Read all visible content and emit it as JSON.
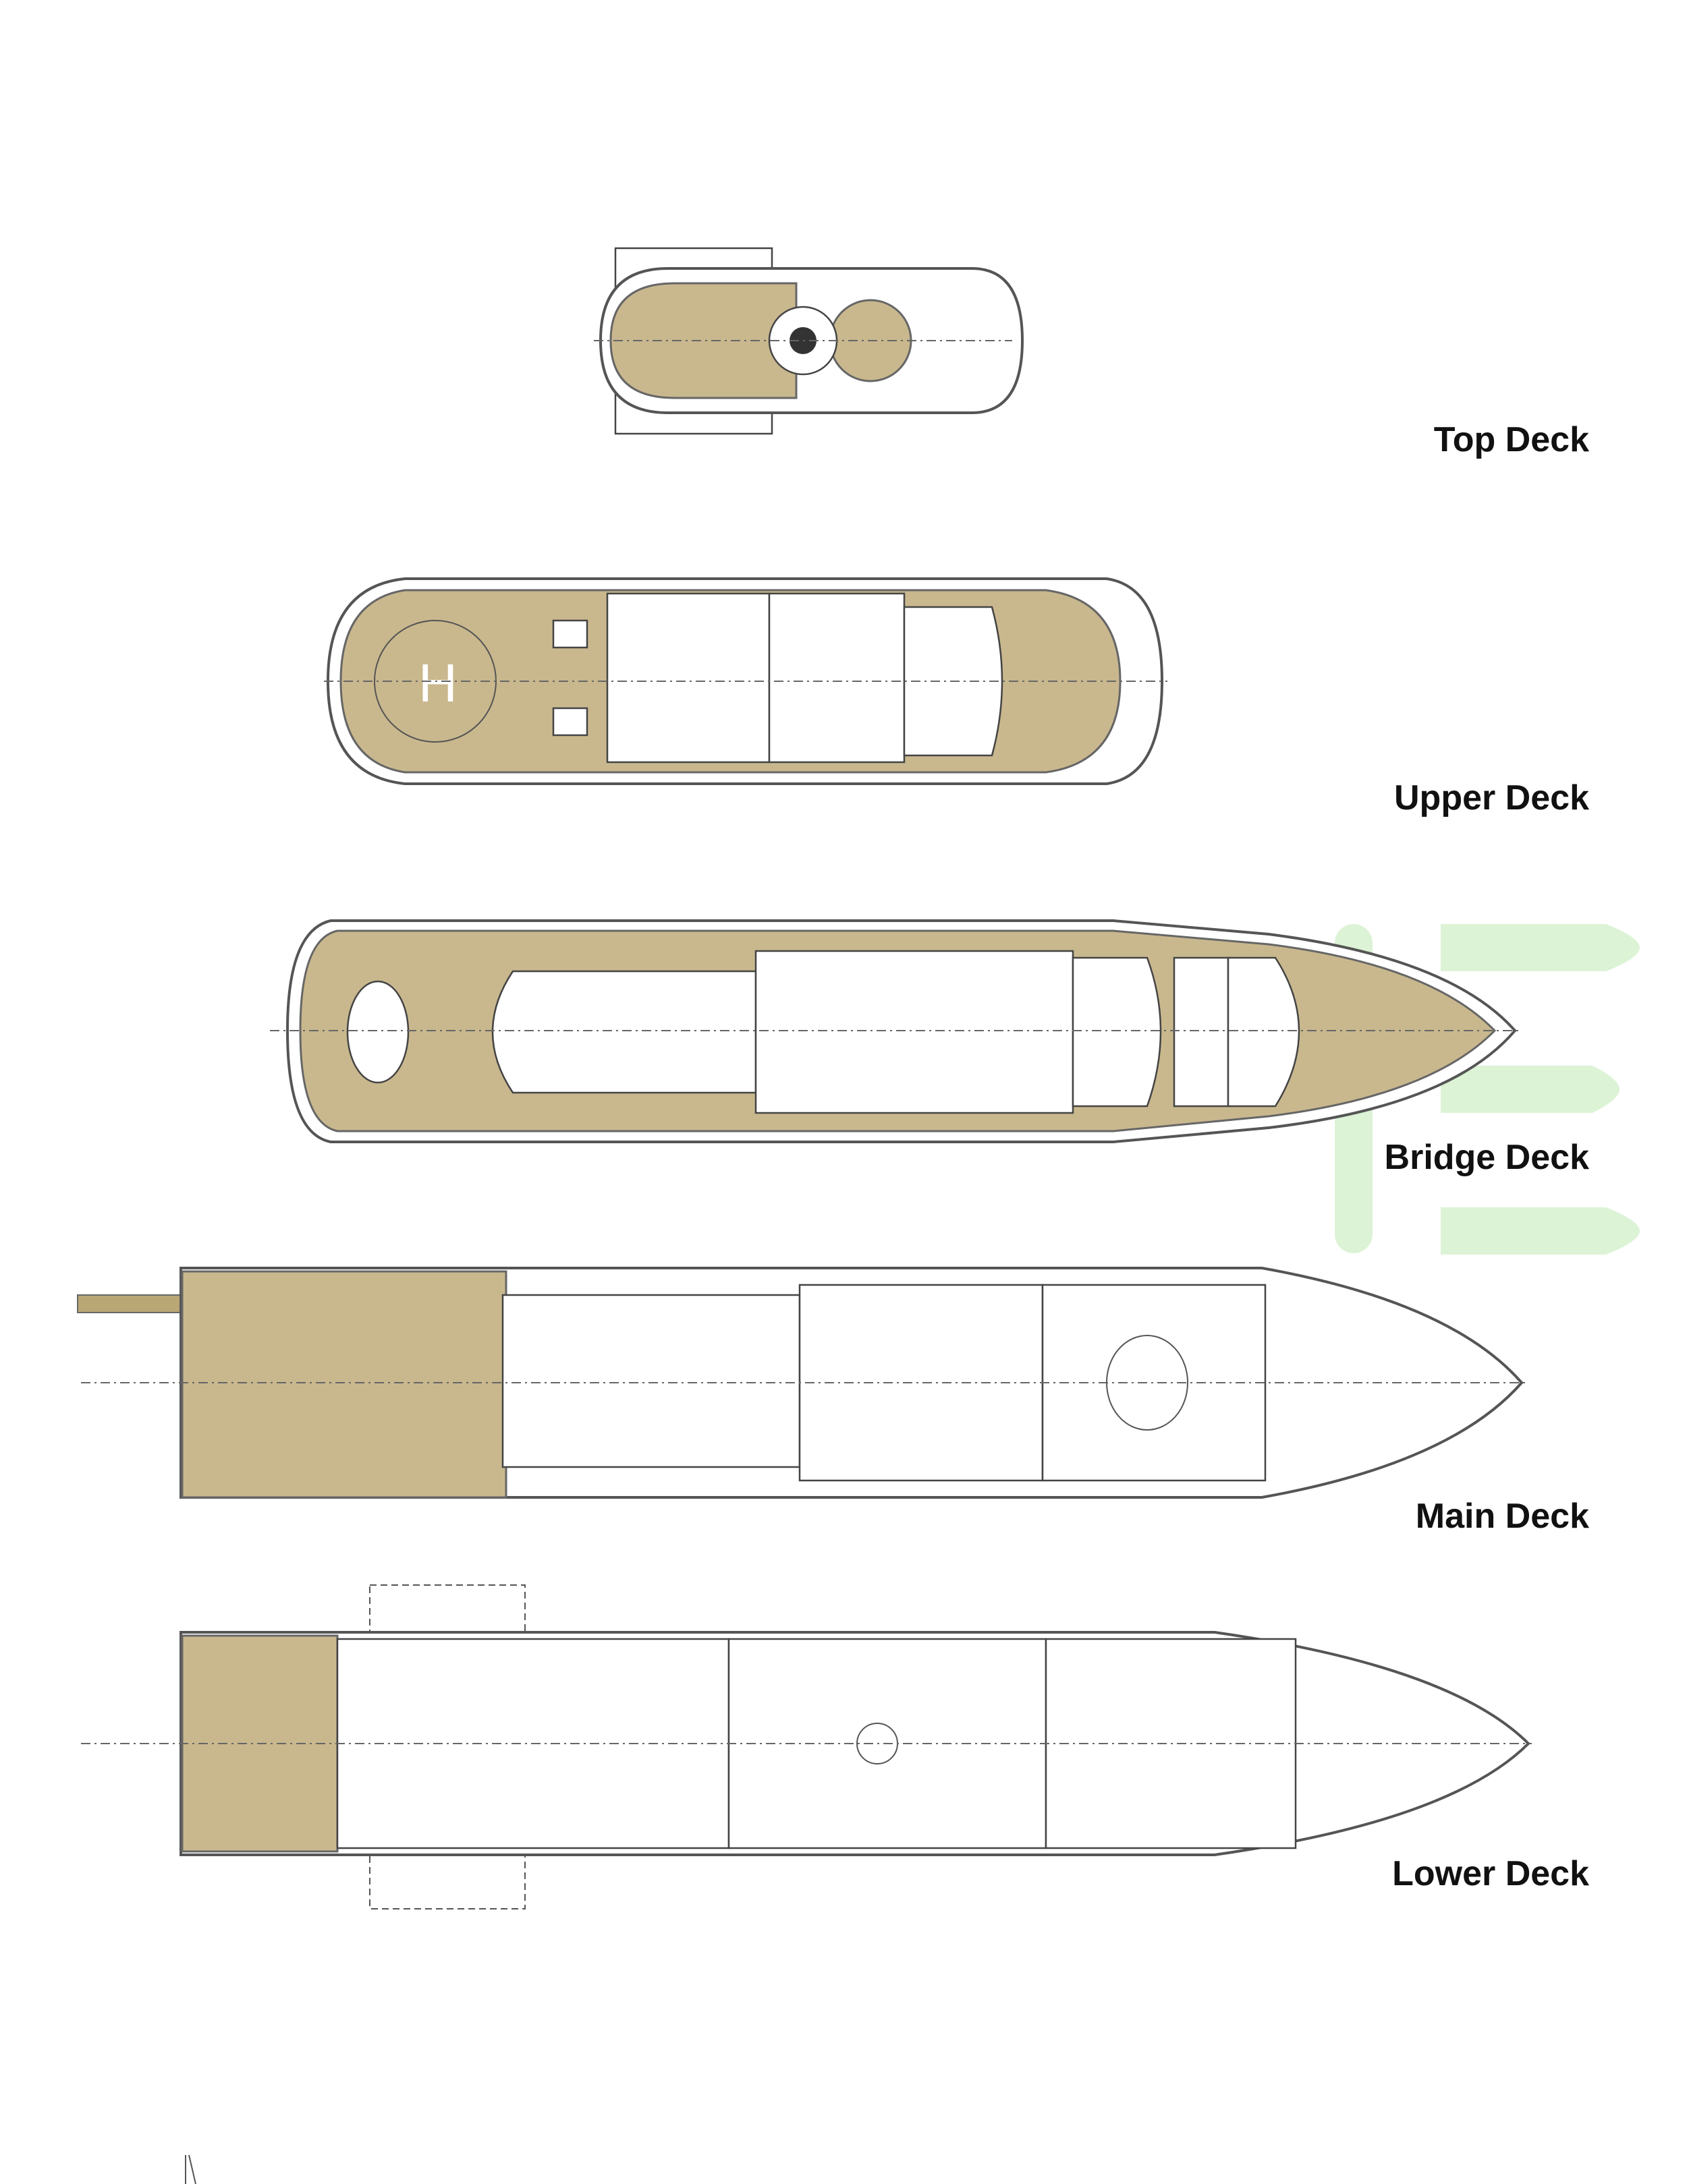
{
  "decks": [
    {
      "id": "top",
      "label": "Top Deck"
    },
    {
      "id": "upper",
      "label": "Upper Deck"
    },
    {
      "id": "bridge",
      "label": "Bridge Deck"
    },
    {
      "id": "main",
      "label": "Main Deck"
    },
    {
      "id": "lower",
      "label": "Lower Deck"
    }
  ],
  "colors": {
    "deck_teak": "#c9b88e",
    "watermark": "#dcf3d5",
    "line": "#555555"
  }
}
